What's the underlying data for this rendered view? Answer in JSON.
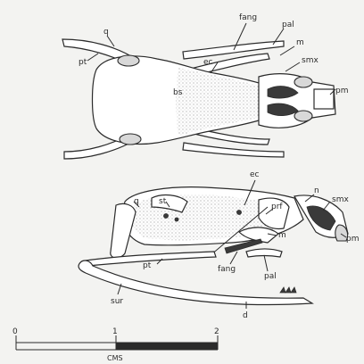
{
  "dorsal_view": {
    "labels": {
      "q": "q",
      "pt": "pt",
      "fang": "fang",
      "pal": "pal",
      "m": "m",
      "ec": "ec",
      "smx": "smx",
      "bs": "bs",
      "pm": "pm"
    }
  },
  "lateral_view": {
    "labels": {
      "ec": "ec",
      "q": "q",
      "st": "st",
      "prf": "prf",
      "n": "n",
      "smx": "smx",
      "pm": "pm",
      "m": "m",
      "pt": "pt",
      "fang": "fang",
      "pal": "pal",
      "sur": "sur",
      "d": "d"
    }
  },
  "scale_bar": {
    "tick_0": "0",
    "tick_1": "1",
    "tick_2": "2",
    "unit": "CMS"
  },
  "colors": {
    "background": "#f3f3f1",
    "ink": "#2b2b2b"
  }
}
